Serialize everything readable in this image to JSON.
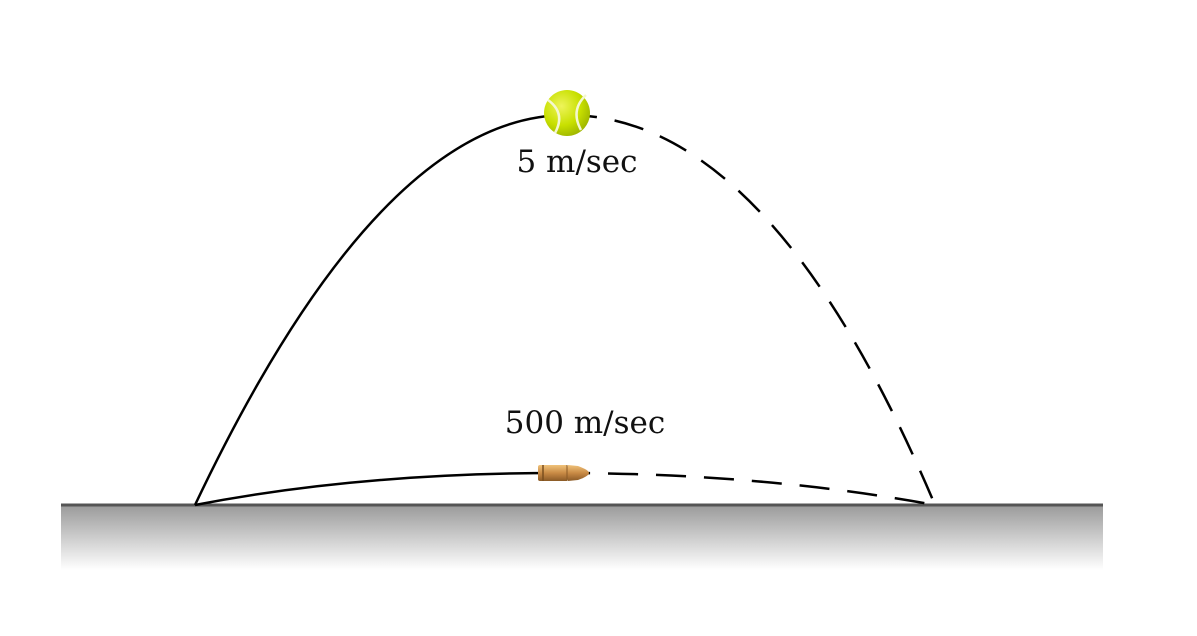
{
  "labels": {
    "ball_speed": "5 m/sec",
    "bullet_speed": "500 m/sec"
  },
  "colors": {
    "trajectory": "#000000",
    "ground_top": "#9a9a9a",
    "ground_bottom": "#ffffff",
    "ground_line": "#555555",
    "ball": "#c8e000",
    "ball_seam": "#f4f7d0",
    "bullet_body": "#c98a45",
    "bullet_tip": "#d9954e"
  },
  "objects": [
    {
      "name": "tennis-ball",
      "icon": "tennis-ball-icon"
    },
    {
      "name": "bullet",
      "icon": "bullet-icon"
    }
  ]
}
